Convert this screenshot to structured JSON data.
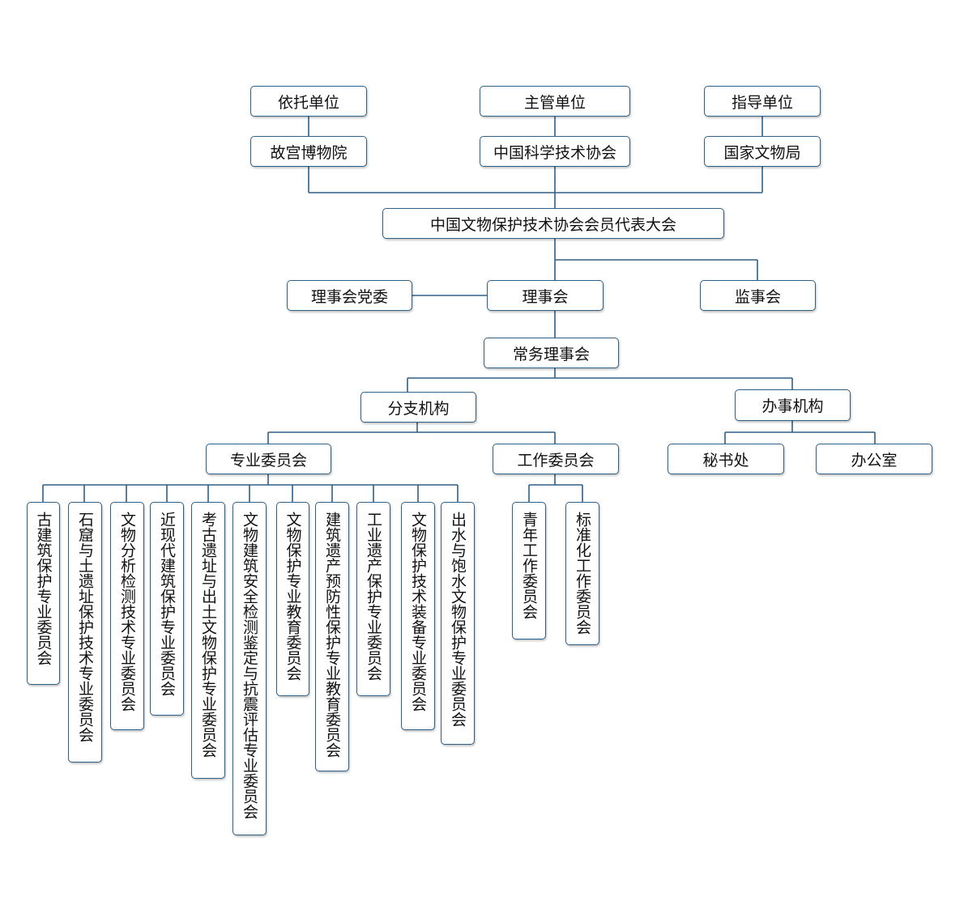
{
  "line_color": "#2e5f86",
  "top": {
    "reliance_label": "依托单位",
    "reliance_org": "故宫博物院",
    "supervisor_label": "主管单位",
    "supervisor_org": "中国科学技术协会",
    "guidance_label": "指导单位",
    "guidance_org": "国家文物局"
  },
  "assembly": "中国文物保护技术协会会员代表大会",
  "party_committee": "理事会党委",
  "council": "理事会",
  "supervisory_board": "监事会",
  "standing_council": "常务理事会",
  "branches": "分支机构",
  "offices": "办事机构",
  "professional_committees": "专业委员会",
  "working_committees": "工作委员会",
  "secretariat": "秘书处",
  "general_office": "办公室",
  "professional_list": [
    "古建筑保护专业委员会",
    "石窟与土遗址保护技术专业委员会",
    "文物分析检测技术专业委员会",
    "近现代建筑保护专业委员会",
    "考古遗址与出土文物保护专业委员会",
    "文物建筑安全检测鉴定与抗震评估专业委员会",
    "文物保护专业教育委员会",
    "建筑遗产预防性保护专业教育委员会",
    "工业遗产保护专业委员会",
    "文物保护技术装备专业委员会",
    "出水与饱水文物保护专业委员会"
  ],
  "working_list": [
    "青年工作委员会",
    "标准化工作委员会"
  ]
}
